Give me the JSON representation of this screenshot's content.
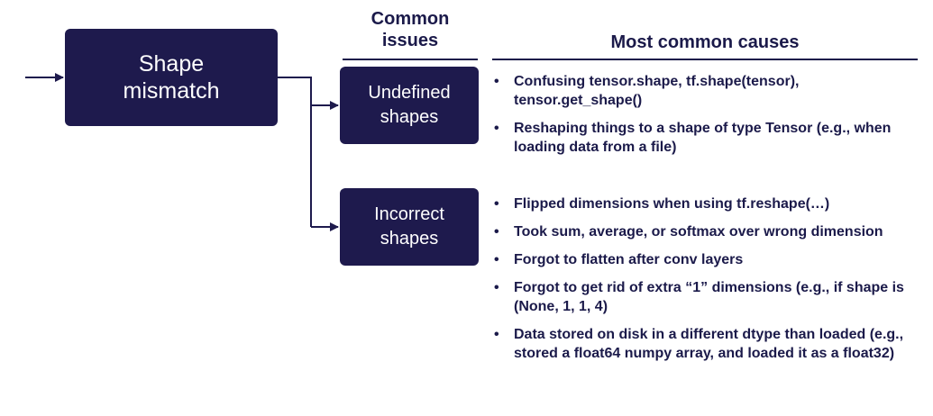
{
  "diagram": {
    "main_box": {
      "line1": "Shape",
      "line2": "mismatch"
    },
    "issues_heading": {
      "line1": "Common",
      "line2": "issues"
    },
    "causes_heading": "Most common causes",
    "issues": [
      {
        "line1": "Undefined",
        "line2": "shapes",
        "causes": [
          "Confusing tensor.shape, tf.shape(tensor), tensor.get_shape()",
          "Reshaping things to a shape of type Tensor (e.g., when loading data from a file)"
        ]
      },
      {
        "line1": "Incorrect",
        "line2": "shapes",
        "causes": [
          "Flipped dimensions when using tf.reshape(…)",
          "Took sum, average, or softmax over wrong dimension",
          "Forgot to flatten after conv layers",
          "Forgot to get rid of extra “1” dimensions (e.g., if shape is (None, 1, 1, 4)",
          "Data stored on disk in a different dtype than loaded (e.g., stored a float64 numpy array, and loaded it as a float32)"
        ]
      }
    ],
    "colors": {
      "box": "#1e1a4d",
      "text": "#1b1a4a",
      "box_text": "#ffffff"
    }
  }
}
